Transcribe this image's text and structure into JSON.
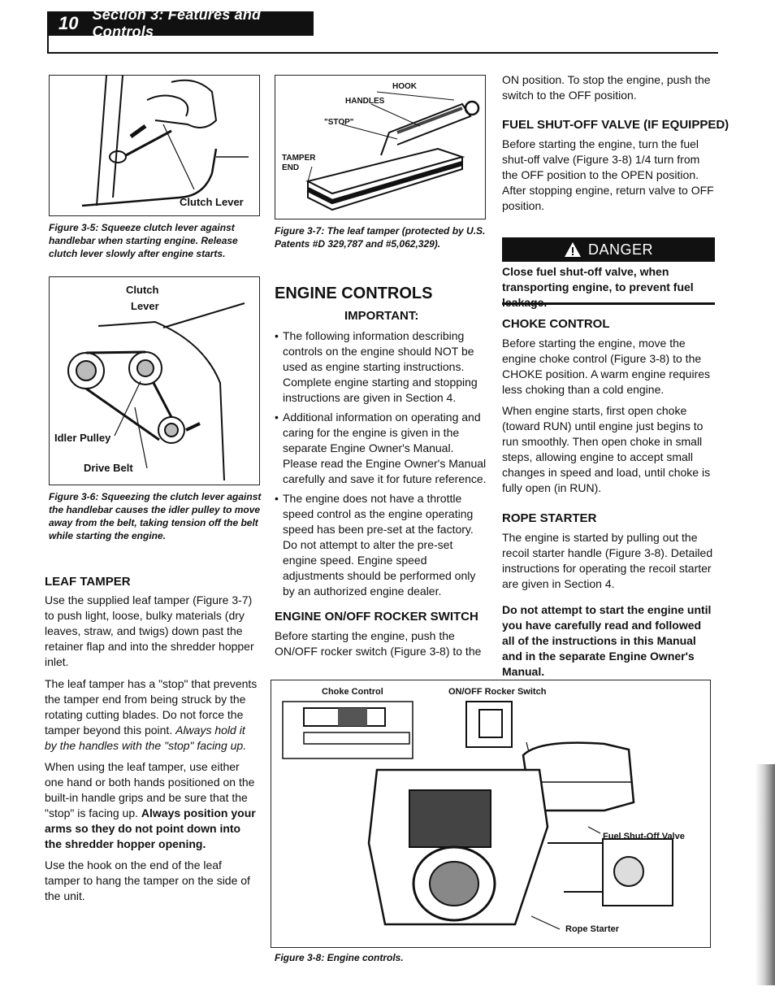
{
  "header": {
    "page_number": "10",
    "section_title": "Section 3: Features and Controls"
  },
  "figures": {
    "fig_3_5": {
      "label_clutch_lever": "Clutch Lever",
      "caption": "Figure 3-5: Squeeze clutch lever against handlebar when starting engine. Release clutch lever slowly after engine starts."
    },
    "fig_3_6": {
      "label_clutch": "Clutch",
      "label_lever": "Lever",
      "label_idler_pulley": "Idler Pulley",
      "label_drive_belt": "Drive Belt",
      "caption": "Figure 3-6: Squeezing the clutch lever against the handlebar causes the idler pulley to move away from the belt, taking tension off the belt while starting the engine."
    },
    "fig_3_7": {
      "label_hook": "HOOK",
      "label_handles": "HANDLES",
      "label_stop": "\"STOP\"",
      "label_tamper": "TAMPER",
      "label_end": "END",
      "caption": "Figure 3-7: The leaf tamper (protected by U.S. Patents #D 329,787 and #5,062,329)."
    },
    "fig_3_8": {
      "label_choke_control": "Choke Control",
      "label_onoff_switch": "ON/OFF Rocker Switch",
      "label_fuel_valve": "Fuel Shut-Off Valve",
      "label_rope_starter": "Rope Starter",
      "caption": "Figure 3-8: Engine controls."
    }
  },
  "leaf_tamper": {
    "heading": "LEAF TAMPER",
    "p1": "Use the supplied leaf tamper (Figure 3-7) to push light, loose, bulky materials (dry leaves, straw, and twigs) down past the retainer flap and into the shredder hopper inlet.",
    "p2_a": "The leaf tamper has a \"stop\" that prevents the tamper end from being struck by the rotating cutting blades. Do not force the tamper beyond this point. ",
    "p2_b": "Always hold it by the handles with the \"stop\" facing up.",
    "p3_a": "When using the leaf tamper, use either one hand or both hands positioned on the built-in handle grips and be sure that the \"stop\" is facing up. ",
    "p3_b": "Always position your arms so they do not point down into the shredder hopper opening.",
    "p4": "Use the hook on the end of the leaf tamper to hang the tamper on the side of the unit."
  },
  "engine_controls": {
    "heading": "ENGINE CONTROLS",
    "important": "IMPORTANT:",
    "bullets": [
      "The following information describing controls on the engine should NOT be used as engine starting instructions. Complete engine starting and stopping instructions are given in Section 4.",
      "Additional information on operating and caring for the engine is given in the separate Engine Owner's Manual. Please read the Engine Owner's Manual carefully and save it for future reference.",
      "The engine does not have a throttle speed control as the engine operating speed has been pre-set at the factory. Do not attempt to alter the pre-set engine speed. Engine speed adjustments should be performed only by an authorized engine dealer."
    ],
    "rocker_heading": "ENGINE ON/OFF ROCKER SWITCH",
    "rocker_p1": "Before starting the engine, push the ON/OFF rocker switch (Figure 3-8) to the",
    "rocker_p2": "ON position. To stop the engine, push the switch to the OFF position."
  },
  "fuel_valve": {
    "heading": "FUEL SHUT-OFF VALVE (IF EQUIPPED)",
    "p1": "Before starting the engine, turn the fuel shut-off valve (Figure 3-8) 1/4 turn from the OFF position to the OPEN position. After stopping engine, return valve to OFF position."
  },
  "danger": {
    "title": "DANGER",
    "text": "Close fuel shut-off valve, when transporting engine, to prevent fuel leakage."
  },
  "choke": {
    "heading": "CHOKE CONTROL",
    "p1": "Before starting the engine, move the engine choke control (Figure 3-8) to the CHOKE position. A warm engine requires less choking than a cold engine.",
    "p2": "When engine starts, first open choke (toward RUN) until engine just begins to run smoothly. Then open choke in small steps, allowing engine to accept small changes in speed and load, until choke is fully open (in RUN)."
  },
  "rope_starter": {
    "heading": "ROPE STARTER",
    "p1": "The engine is started by pulling out the recoil starter handle (Figure 3-8). Detailed instructions for operating the recoil starter are given in Section 4.",
    "p2": "Do not attempt to start the engine until you have carefully read and followed all of the instructions in this Manual and in the separate Engine Owner's Manual."
  }
}
